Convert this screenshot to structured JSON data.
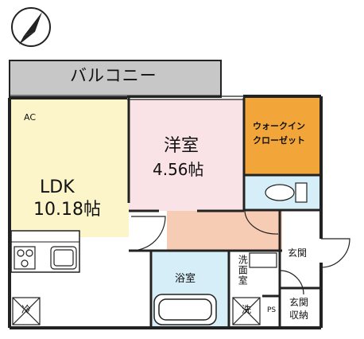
{
  "colors": {
    "ldk": "#fbf5c9",
    "western_room": "#f9e3e6",
    "closet": "#f2a63a",
    "hall": "#f6ccb4",
    "bath": "#d6eef7",
    "balcony": "#c7c7c7",
    "wall": "#222222"
  },
  "icons": [
    "compass-icon",
    "stove-icon",
    "sink-icon",
    "fridge-icon",
    "washer-icon",
    "toilet-icon",
    "bathtub-icon"
  ],
  "balcony": {
    "label": "バルコニー"
  },
  "ldk": {
    "ac": "AC",
    "name": "LDK",
    "size": "10.18帖"
  },
  "western_room": {
    "name": "洋室",
    "size": "4.56帖"
  },
  "closet": {
    "line1": "ウォークイン",
    "line2": "クローゼット"
  },
  "bath": {
    "name": "浴室"
  },
  "washroom": {
    "name": "洗面室"
  },
  "entrance": {
    "name": "玄関"
  },
  "entrance_storage": {
    "line1": "玄関",
    "line2": "収納"
  },
  "fridge": {
    "label": "冷"
  },
  "washer": {
    "label": "洗"
  },
  "ps": {
    "label": "PS"
  }
}
